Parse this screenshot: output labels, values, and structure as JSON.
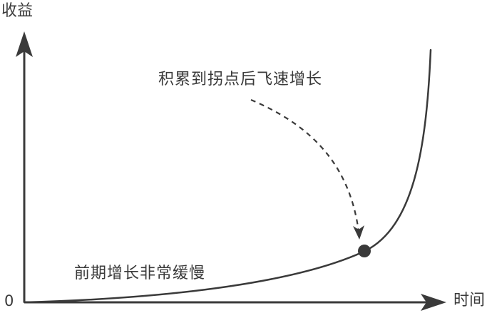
{
  "diagram": {
    "y_axis_label": "收益",
    "x_axis_label": "时间",
    "origin_label": "0",
    "annotation_inflection": "积累到拐点后飞速增长",
    "annotation_early": "前期增长非常缓慢",
    "colors": {
      "stroke": "#3a3a3a",
      "text": "#3a3a3a",
      "background": "#ffffff"
    }
  }
}
